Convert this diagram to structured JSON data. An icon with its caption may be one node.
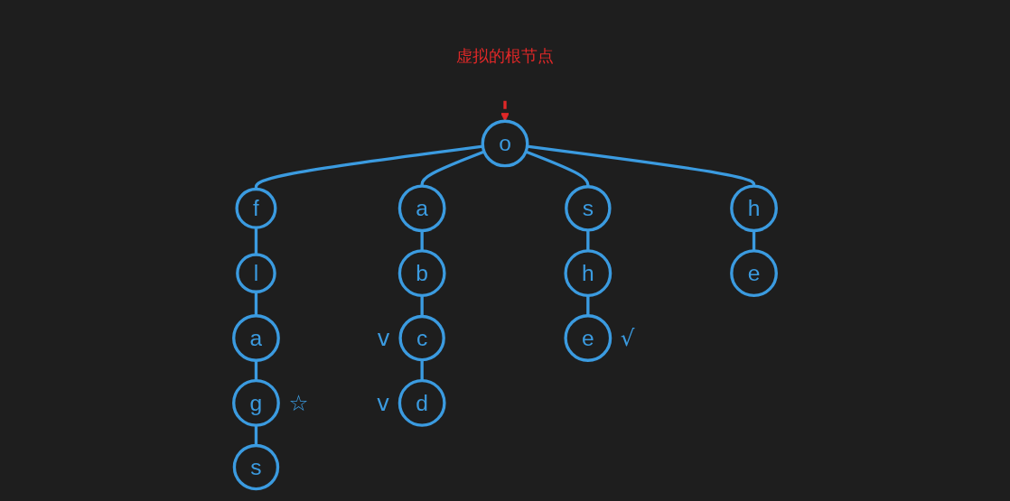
{
  "diagram": {
    "nodes": [
      {
        "text": [
          "虚拟的根节点"
        ]
      },
      {
        "text": [
          "o"
        ]
      },
      {
        "text": [
          "f"
        ]
      },
      {
        "text": [
          "l"
        ]
      },
      {
        "text": [
          "a"
        ]
      },
      {
        "text": [
          "g"
        ],
        "beside": [
          "☆"
        ]
      },
      {
        "text": [
          "s"
        ]
      },
      {
        "text": [
          "a"
        ]
      },
      {
        "text": [
          "b"
        ]
      },
      {
        "text": [
          "c"
        ],
        "beside": [
          "v"
        ]
      },
      {
        "text": [
          "d"
        ],
        "beside": [
          "v"
        ]
      },
      {
        "text": [
          "s"
        ]
      },
      {
        "text": [
          "h"
        ]
      },
      {
        "text": [
          "e"
        ],
        "beside": [
          "√"
        ]
      },
      {
        "text": [
          "h"
        ]
      },
      {
        "text": [
          "e"
        ]
      }
    ],
    "edges": [
      {
        "from": 0,
        "to": 1,
        "arrow": "to",
        "style": "dashed",
        "color": "#e02828"
      },
      {
        "from": 1,
        "to": 2,
        "arrow": "none"
      },
      {
        "from": 2,
        "to": 3,
        "arrow": "none"
      },
      {
        "from": 3,
        "to": 4,
        "arrow": "none"
      },
      {
        "from": 4,
        "to": 5,
        "arrow": "none"
      },
      {
        "from": 5,
        "to": 6,
        "arrow": "none"
      },
      {
        "from": 1,
        "to": 7,
        "arrow": "none"
      },
      {
        "from": 7,
        "to": 8,
        "arrow": "none"
      },
      {
        "from": 8,
        "to": 9,
        "arrow": "none"
      },
      {
        "from": 9,
        "to": 10,
        "arrow": "none"
      },
      {
        "from": 1,
        "to": 11,
        "arrow": "none"
      },
      {
        "from": 11,
        "to": 12,
        "arrow": "none"
      },
      {
        "from": 12,
        "to": 13,
        "arrow": "none"
      },
      {
        "from": 1,
        "to": 14,
        "arrow": "none"
      },
      {
        "from": 14,
        "to": 15,
        "arrow": "none"
      }
    ]
  }
}
